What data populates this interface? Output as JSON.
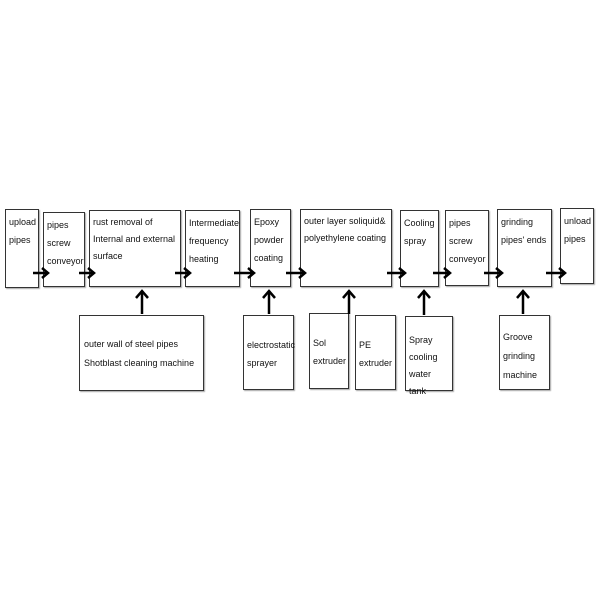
{
  "process_steps": [
    {
      "id": "upload",
      "label": "upload\npipes"
    },
    {
      "id": "screw1",
      "label": "pipes\nscrew\nconveyor"
    },
    {
      "id": "rust",
      "label": "rust removal of\nInternal and external\nsurface"
    },
    {
      "id": "heating",
      "label": "Intermediate\nfrequency\nheating"
    },
    {
      "id": "epoxy",
      "label": "Epoxy\npowder\ncoating"
    },
    {
      "id": "outer",
      "label": "outer layer soliquid&\npolyethylene coating"
    },
    {
      "id": "cooling",
      "label": "Cooling\nspray"
    },
    {
      "id": "screw2",
      "label": "pipes\nscrew\nconveyor"
    },
    {
      "id": "grinding",
      "label": "grinding\npipes' ends"
    },
    {
      "id": "unload",
      "label": "unload\npipes"
    }
  ],
  "equipment": [
    {
      "id": "shotblast",
      "label": "outer wall of steel pipes\nShotblast cleaning machine"
    },
    {
      "id": "sprayer",
      "label": "electrostatic\nsprayer"
    },
    {
      "id": "sol",
      "label": "Sol\nextruder"
    },
    {
      "id": "pe",
      "label": "PE\nextruder"
    },
    {
      "id": "tank",
      "label": "Spray\ncooling\nwater tank"
    },
    {
      "id": "groove",
      "label": "Groove\ngrinding\nmachine"
    }
  ]
}
